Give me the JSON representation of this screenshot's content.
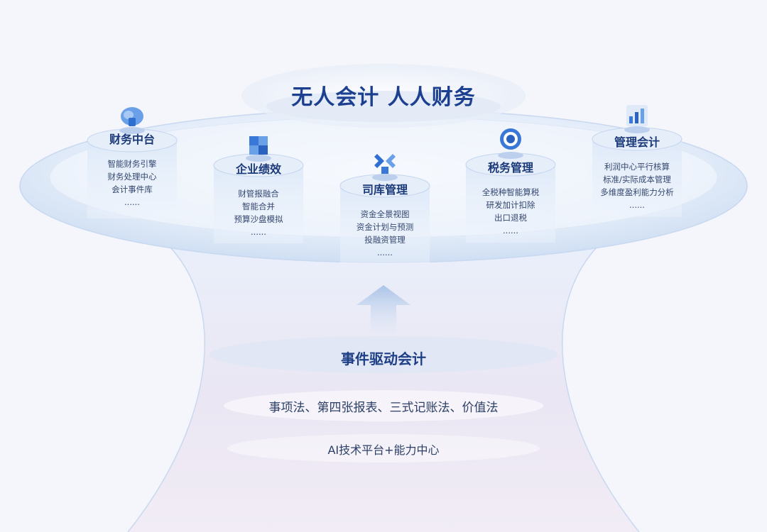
{
  "diagram": {
    "title": "无人会计 人人财务",
    "modules": [
      {
        "key": "finance-center",
        "name": "财务中台",
        "icon": "cloud-database-icon",
        "items": [
          "智能财务引擎",
          "财务处理中心",
          "会计事件库",
          "......"
        ]
      },
      {
        "key": "performance",
        "name": "企业绩效",
        "icon": "puzzle-cube-icon",
        "items": [
          "财管报融合",
          "智能合并",
          "预算沙盘模拟",
          "......"
        ]
      },
      {
        "key": "treasury",
        "name": "司库管理",
        "icon": "cross-connect-icon",
        "items": [
          "资金全景视图",
          "资金计划与预测",
          "投融资管理",
          "......"
        ]
      },
      {
        "key": "tax",
        "name": "税务管理",
        "icon": "target-icon",
        "items": [
          "全税种智能算税",
          "研发加计扣除",
          "出口退税",
          "......"
        ]
      },
      {
        "key": "mgmt-accounting",
        "name": "管理会计",
        "icon": "bar-chart-icon",
        "items": [
          "利润中心平行核算",
          "标准/实际成本管理",
          "多维度盈利能力分析",
          "......"
        ]
      }
    ],
    "core": "事件驱动会计",
    "methods": "事项法、第四张报表、三式记账法、价值法",
    "platform": "AI技术平台+能力中心",
    "colors": {
      "title": "#1c3f8f",
      "accent": "#3f7fe0",
      "text": "#34476e",
      "bg": "#f4f6fb"
    }
  }
}
